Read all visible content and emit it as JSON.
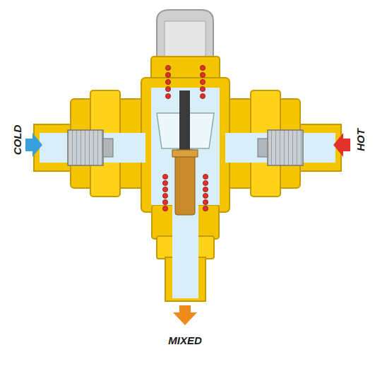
{
  "diagram": {
    "labels": [
      "COLD",
      "HOT",
      "MIXED"
    ]
  }
}
